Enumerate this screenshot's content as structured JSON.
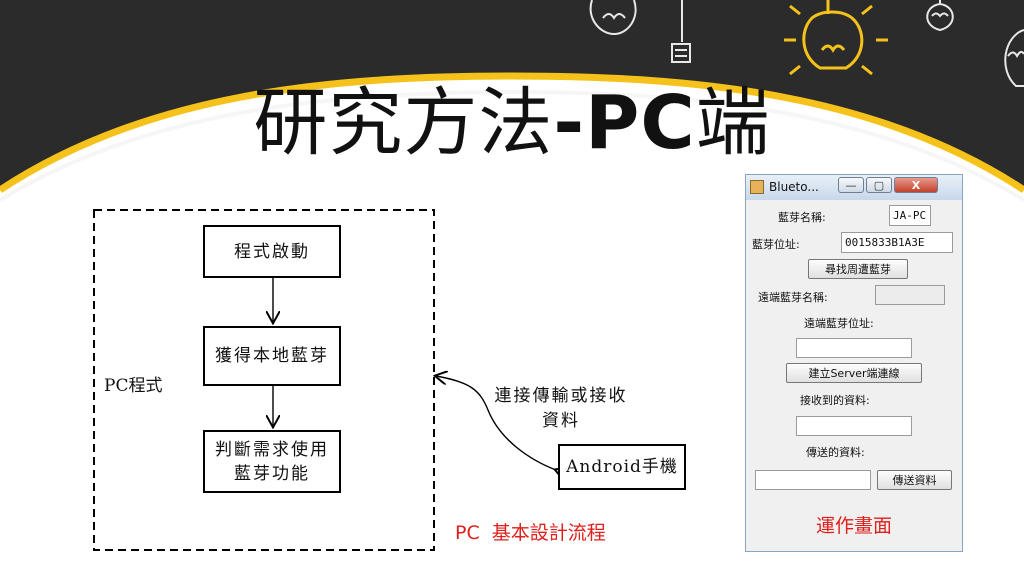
{
  "slide": {
    "title_cjk": "研究方法",
    "title_sep": "-",
    "title_latin": "PC",
    "title_tail": "端",
    "accent_color": "#f4c21b",
    "board_color": "#2b2b2b"
  },
  "flowchart": {
    "steps": [
      "程式啟動",
      "獲得本地藍芽",
      "判斷需求使用\n藍芽功能"
    ],
    "group_label": "PC程式",
    "link_label": "連接傳輸或接收\n資料",
    "target": "Android手機",
    "caption": "PC  基本設計流程"
  },
  "app_window": {
    "title": "Blueto...",
    "minimize": "—",
    "maximize": "▢",
    "close": "X",
    "local_name_label": "藍芽名稱:",
    "local_name_value": "JA-PC",
    "local_addr_label": "藍芽位址:",
    "local_addr_value": "0015833B1A3E",
    "search_button": "尋找周遭藍芽",
    "remote_name_label": "遠端藍芽名稱:",
    "remote_name_value": "",
    "remote_addr_label": "遠端藍芽位址:",
    "remote_addr_value": "",
    "server_button": "建立Server端連線",
    "received_label": "接收到的資料:",
    "received_value": "",
    "send_label": "傳送的資料:",
    "send_value": "",
    "send_button": "傳送資料"
  },
  "runtime_caption": "運作畫面"
}
